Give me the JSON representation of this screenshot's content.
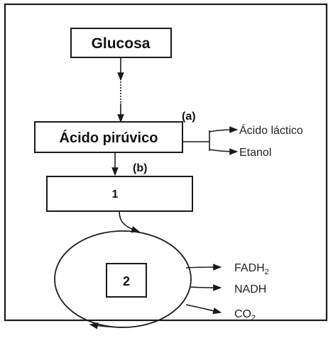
{
  "nodes": {
    "glucose": "Glucosa",
    "pyruvic_acid": "Ácido pirúvico",
    "box_1": "1",
    "box_2": "2"
  },
  "labels": {
    "a": "(a)",
    "b": "(b)"
  },
  "outputs": {
    "lactic_acid": "Ácido láctico",
    "ethanol": "Etanol",
    "fadh2": {
      "base": "FADH",
      "sub": "2"
    },
    "nadh": "NADH",
    "co2": {
      "base": "CO",
      "sub": "2"
    }
  }
}
